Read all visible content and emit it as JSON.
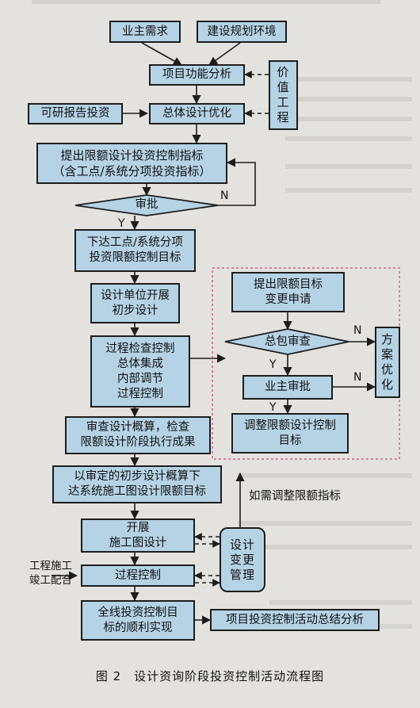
{
  "nodes": {
    "owner_demand": "业主需求",
    "construction_env": "建设规划环境",
    "function_analysis": "项目功能分析",
    "value_engineering": "价\n值\n工\n程",
    "feasibility_investment": "可研报告投资",
    "overall_design_opt": "总体设计优化",
    "propose_limit": "提出限额设计投资控制指标\n（含工点/系统分项投资指标）",
    "approval": "审批",
    "issue_targets": "下达工点/系统分项\n投资限额控制目标",
    "preliminary_design": "设计单位开展\n初步设计",
    "process_check": "过程检查控制\n总体集成\n内部调节\n过程控制",
    "review_estimate": "审查设计概算，检查\n限额设计阶段执行成果",
    "issue_construction_limit": "以审定的初步设计概算下\n达系统施工图设计限额目标",
    "construction_drawing": "开展\n施工图设计",
    "process_control": "过程控制",
    "design_change_mgmt": "设计\n变更\n管理",
    "full_line_control": "全线投资控制目\n标的顺利实现",
    "summary_analysis": "项目投资控制活动总结分析",
    "change_request": "提出限额目标\n变更申请",
    "gc_review": "总包审查",
    "owner_approval": "业主审批",
    "adjust_limit": "调整限额设计控制\n目标",
    "scheme_opt": "方\n案\n优\n化"
  },
  "labels": {
    "n_approval": "N",
    "y_approval": "Y",
    "n_gc": "N",
    "y_gc": "Y",
    "n_owner": "N",
    "y_owner": "Y",
    "adjust_if_needed": "如需调整限额指标",
    "engineering_cooperation": "工程施工\n竣工配合"
  },
  "caption": "图 2　设计资询阶段投资控制活动流程图"
}
